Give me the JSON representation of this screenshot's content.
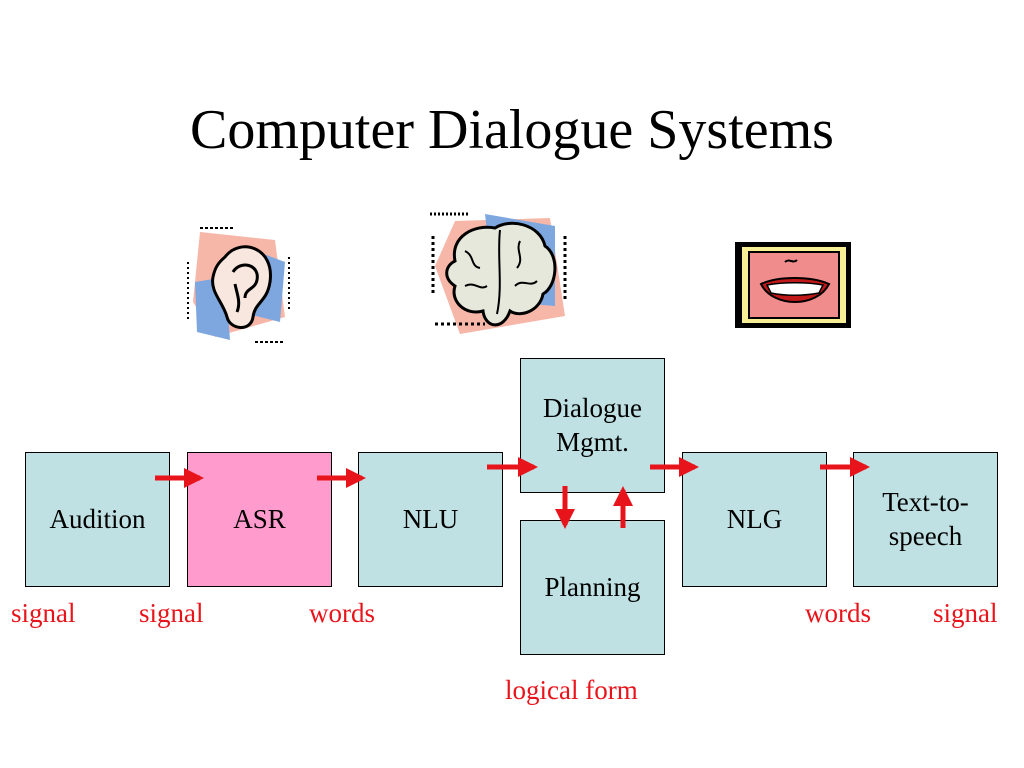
{
  "title": "Computer Dialogue Systems",
  "boxes": {
    "audition": "Audition",
    "asr": "ASR",
    "nlu": "NLU",
    "dialogue": "Dialogue\nMgmt.",
    "planning": "Planning",
    "nlg": "NLG",
    "tts": "Text-to-\nspeech"
  },
  "labels": {
    "signal_1": "signal",
    "signal_2": "signal",
    "words_1": "words",
    "logical_form": "logical form",
    "words_2": "words",
    "signal_3": "signal"
  },
  "colors": {
    "box": "#bfe1e3",
    "asr_box": "#ff9bcd",
    "arrow": "#e8141b",
    "label": "#e8141b"
  },
  "icons": [
    "ear-icon",
    "brain-icon",
    "mouth-icon"
  ]
}
